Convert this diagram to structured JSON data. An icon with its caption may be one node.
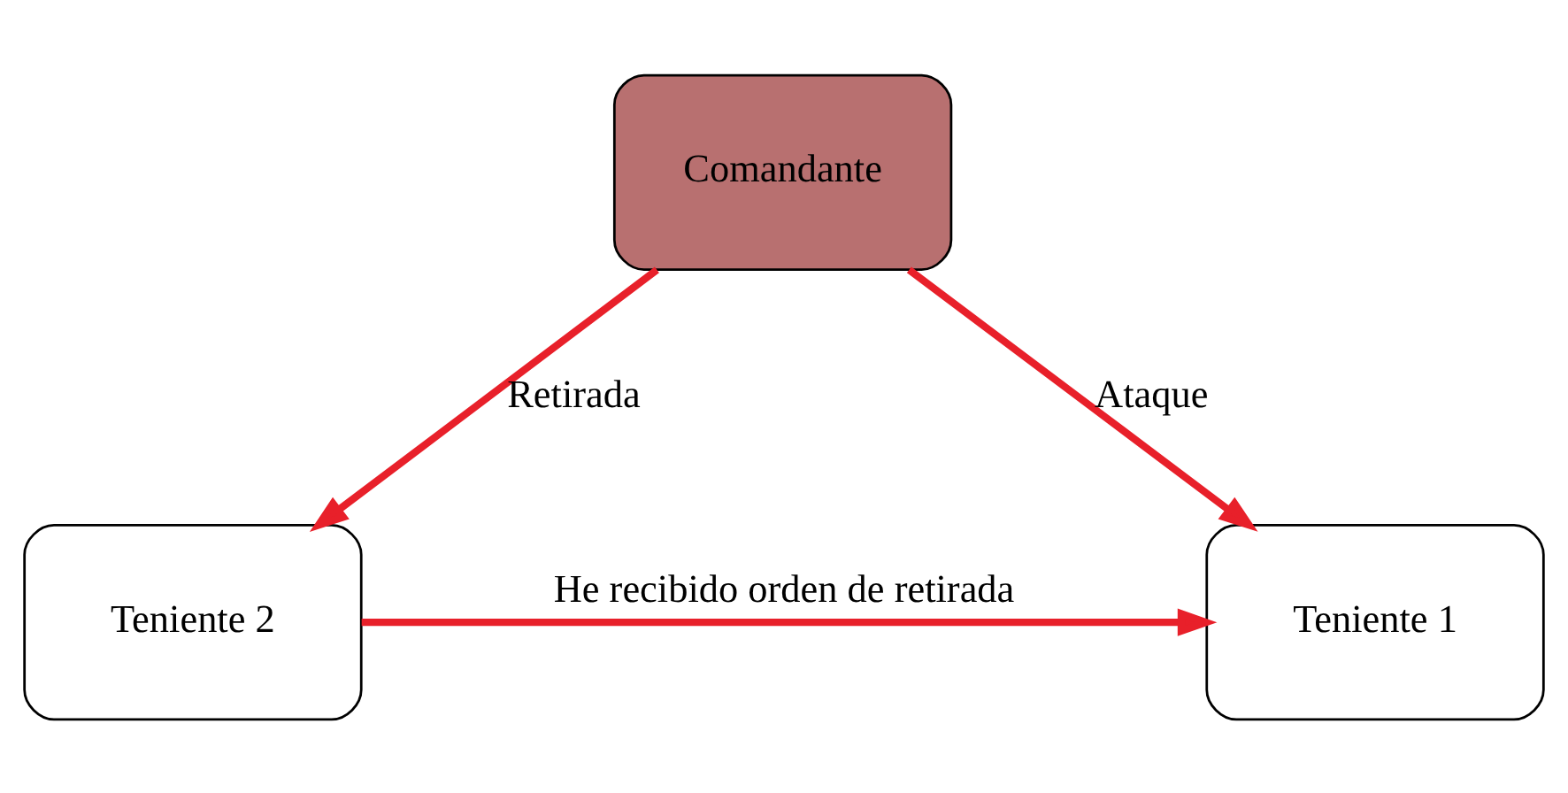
{
  "diagram": {
    "nodes": [
      {
        "text": [
          "Comandante"
        ]
      },
      {
        "text": [
          "Teniente 1"
        ]
      },
      {
        "text": [
          "Teniente 2"
        ]
      }
    ],
    "edges": [
      {
        "from": 0,
        "to": 1,
        "arrow": "to",
        "label": "Ataque"
      },
      {
        "from": 0,
        "to": 2,
        "arrow": "to",
        "label": "Retirada"
      },
      {
        "from": 2,
        "to": 1,
        "arrow": "to",
        "label": "He recibido orden de retirada"
      }
    ]
  }
}
